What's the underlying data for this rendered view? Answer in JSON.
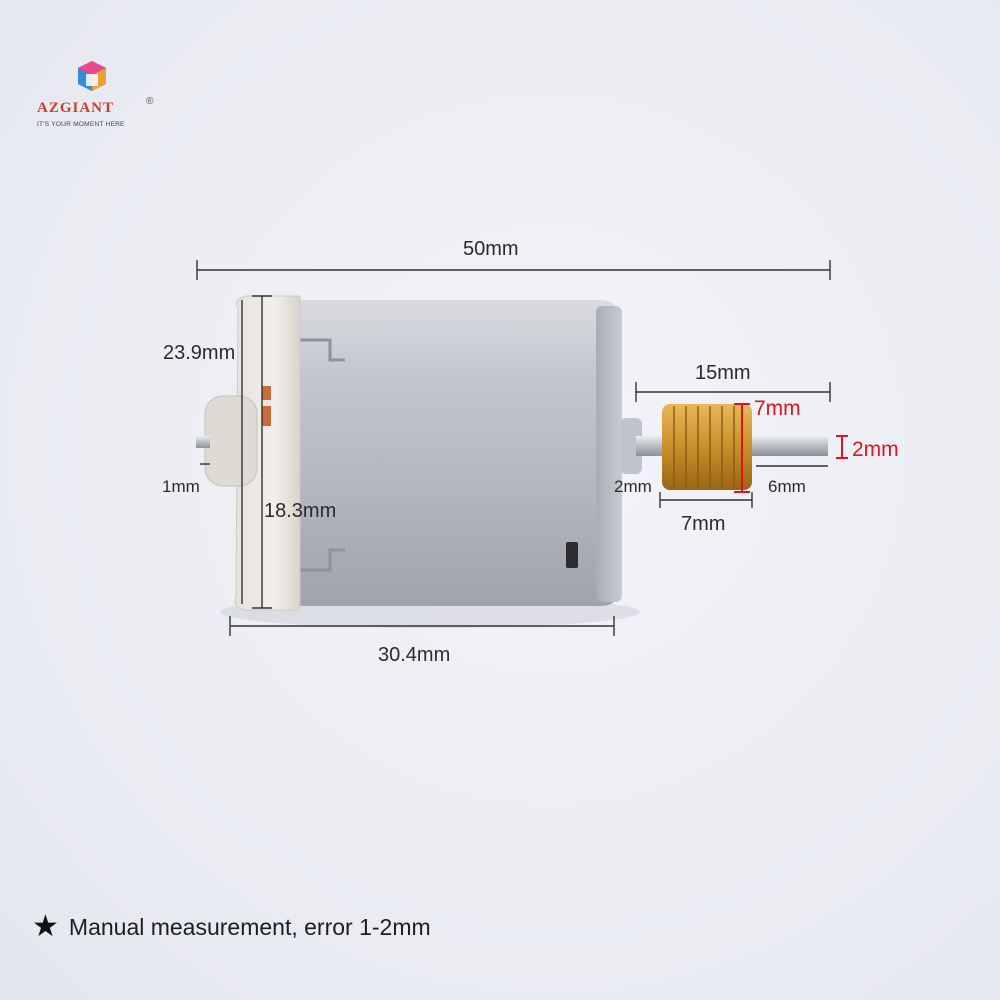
{
  "brand": {
    "name": "AZGIANT",
    "registered_mark": "®",
    "tagline": "IT'S YOUR MOMENT HERE"
  },
  "dimensions": {
    "overall_length": "50mm",
    "height": "23.9mm",
    "width": "18.3mm",
    "rear_shaft": "1mm",
    "body_length": "30.4mm",
    "shaft_length": "15mm",
    "gear_diameter": "7mm",
    "shaft_diameter": "2mm",
    "boss_length": "2mm",
    "shaft_tip": "6mm",
    "gear_length": "7mm"
  },
  "note": {
    "icon": "star-icon",
    "text": "Manual measurement, error 1-2mm"
  },
  "colors": {
    "accent_red": "#e0141e",
    "logo_red": "#d43a2a"
  }
}
